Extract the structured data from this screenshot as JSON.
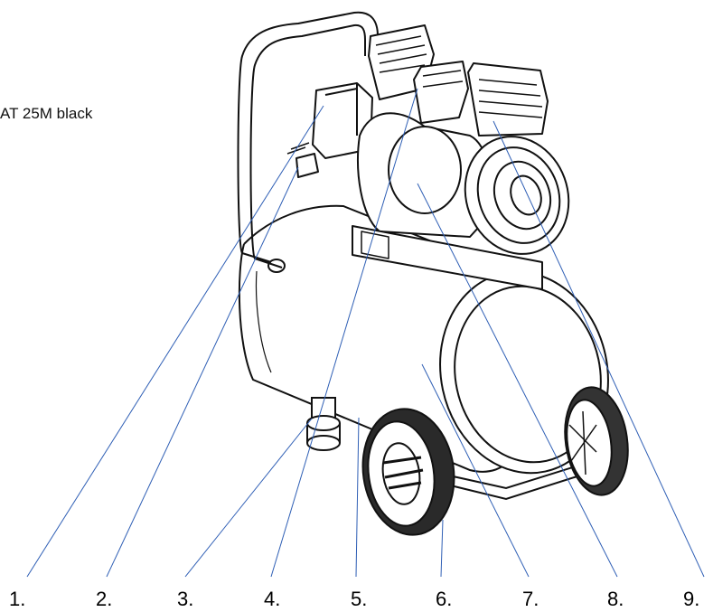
{
  "title": "AT 25M black",
  "callouts": [
    "1.",
    "2.",
    "3.",
    "4.",
    "5.",
    "6.",
    "7.",
    "8.",
    "9."
  ],
  "colors": {
    "leader_line": "#2f5fb5",
    "outline": "#111111",
    "background": "#ffffff"
  }
}
